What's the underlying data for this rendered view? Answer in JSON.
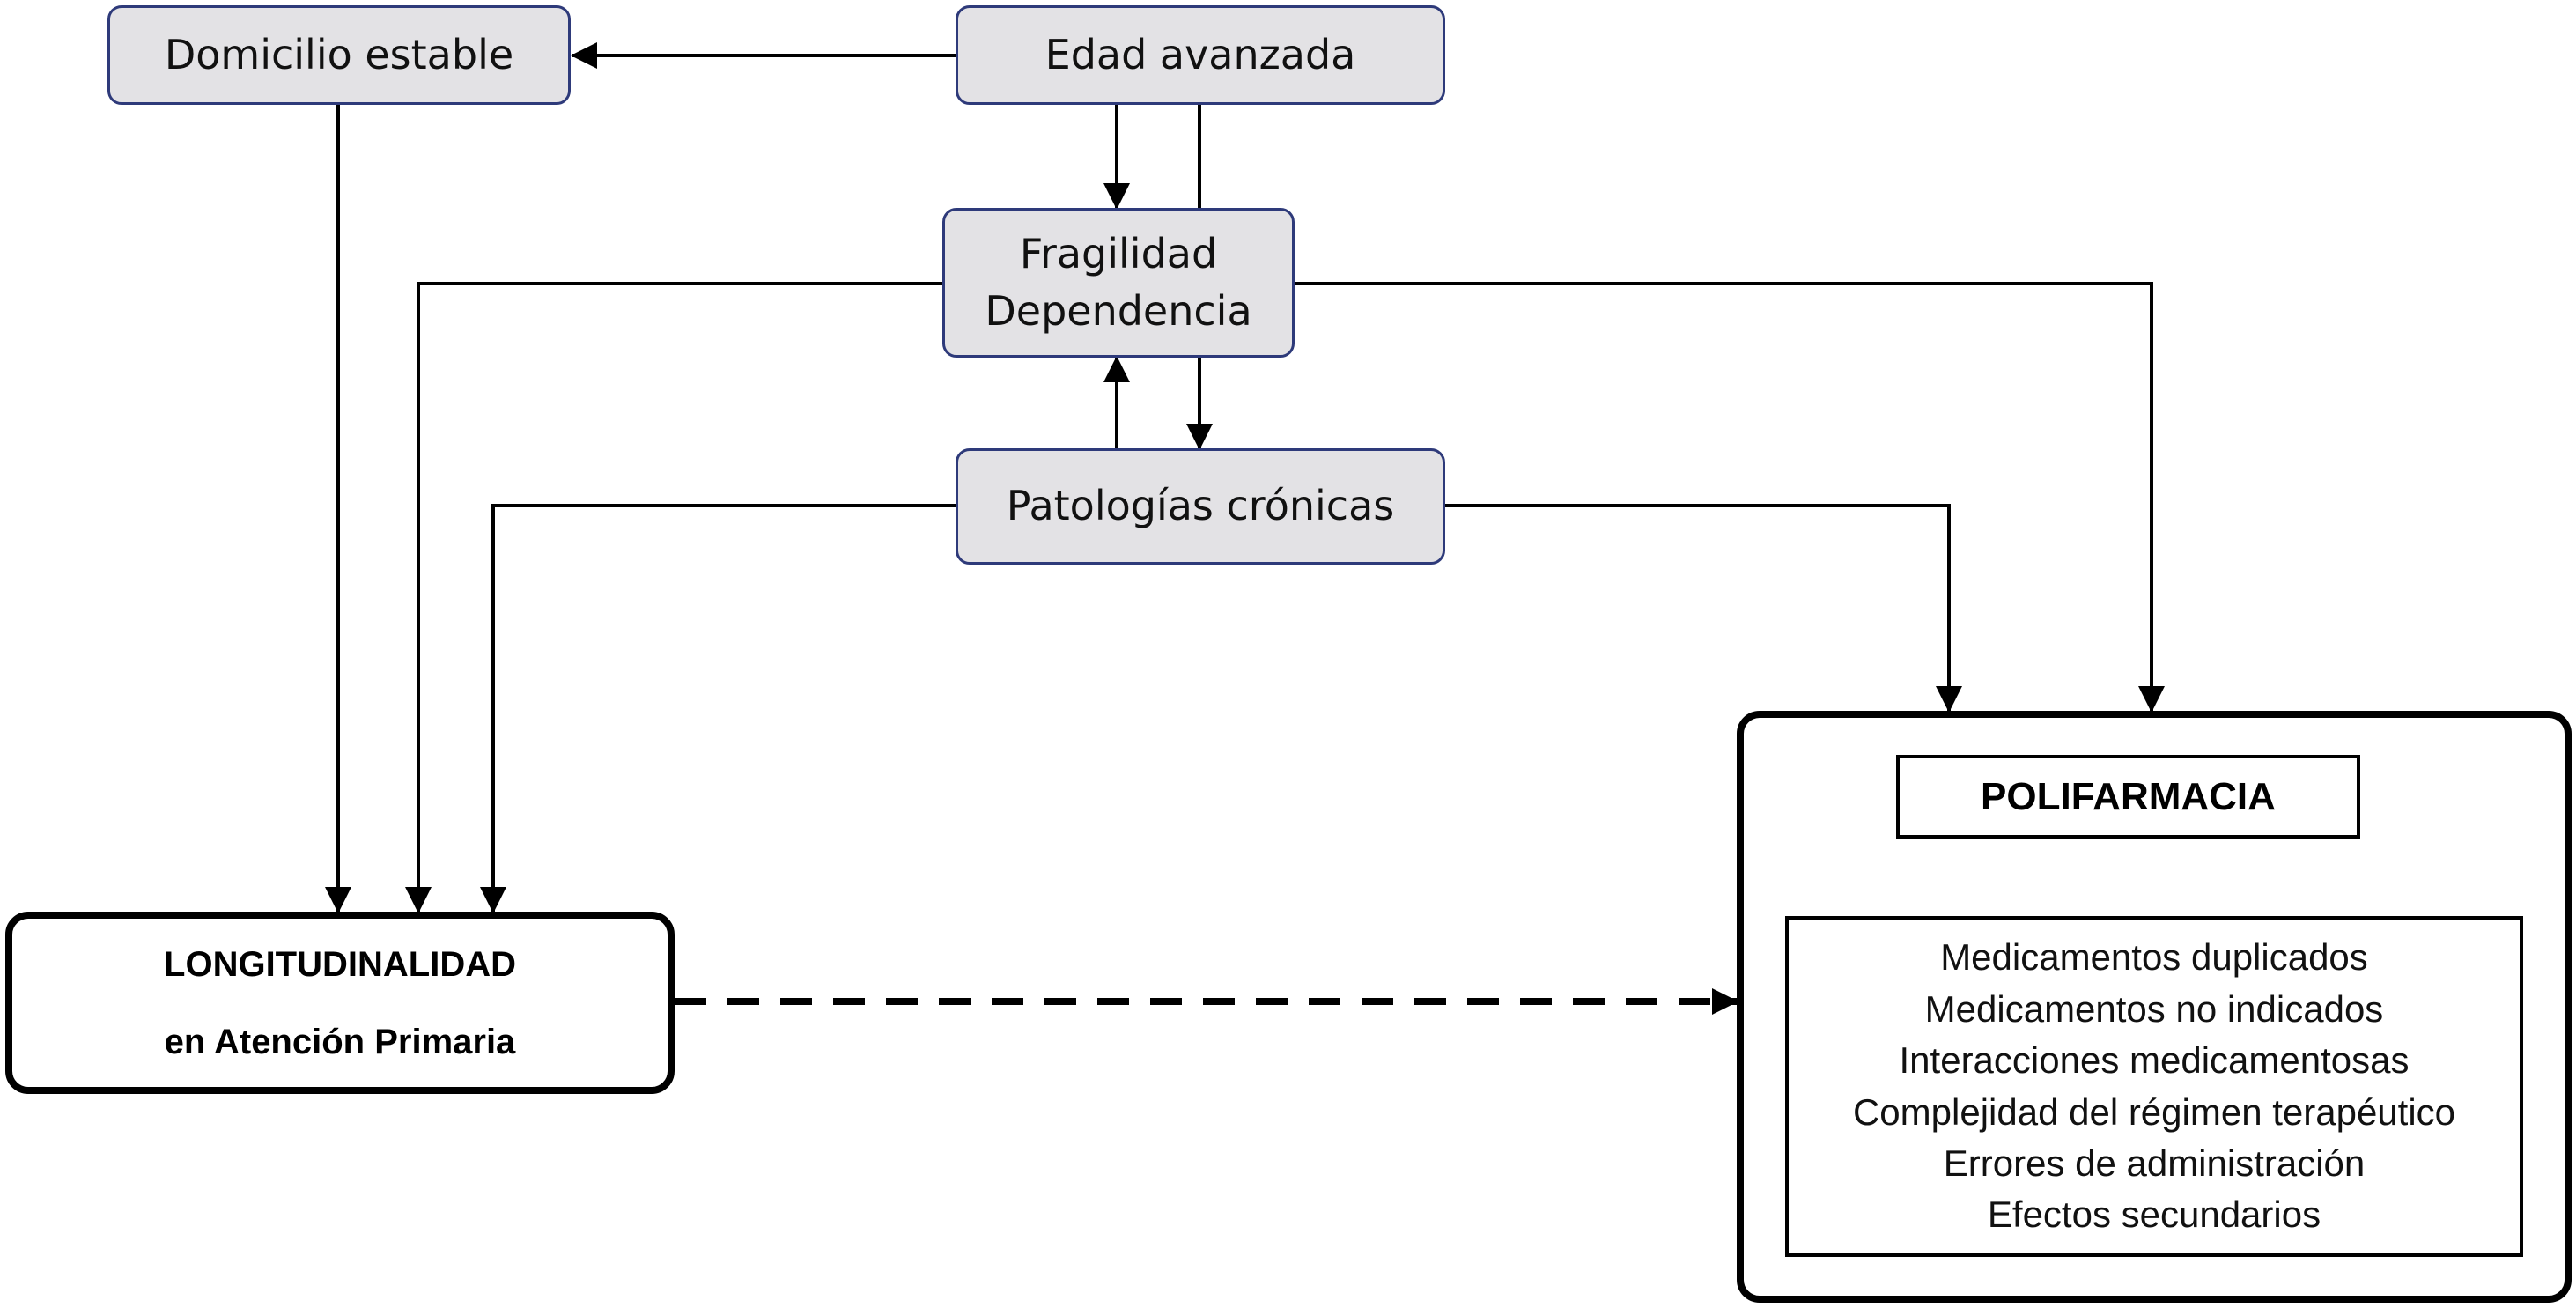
{
  "nodes": {
    "domicilio": "Domicilio estable",
    "edad": "Edad avanzada",
    "fragilidad": [
      "Fragilidad",
      "Dependencia"
    ],
    "patologias": "Patologías crónicas",
    "longitudinalidad": [
      "LONGITUDINALIDAD",
      "en Atención Primaria"
    ]
  },
  "outcome": {
    "title": "POLIFARMACIA",
    "consequences": [
      "Medicamentos duplicados",
      "Medicamentos no indicados",
      "Interacciones medicamentosas",
      "Complejidad del régimen terapéutico",
      "Errores de administración",
      "Efectos secundarios"
    ]
  },
  "colors": {
    "factor_fill": "#e3e2e5",
    "factor_border": "#2e3a7a",
    "line": "#000000"
  }
}
